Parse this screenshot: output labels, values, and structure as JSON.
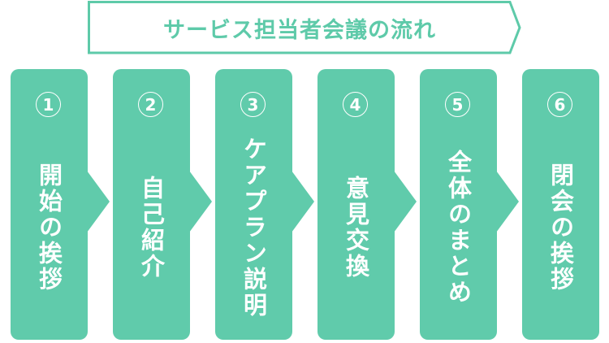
{
  "title": "サービス担当者会議の流れ",
  "accent_color": "#60cbab",
  "steps": [
    {
      "number": "1",
      "label": "開始の挨拶"
    },
    {
      "number": "2",
      "label": "自己紹介"
    },
    {
      "number": "3",
      "label": "ケアプラン説明"
    },
    {
      "number": "4",
      "label": "意見交換"
    },
    {
      "number": "5",
      "label": "全体のまとめ"
    },
    {
      "number": "6",
      "label": "閉会の挨拶"
    }
  ]
}
